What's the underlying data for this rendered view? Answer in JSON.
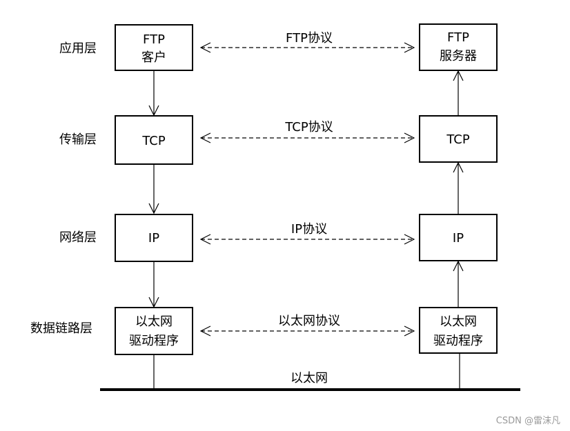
{
  "layers": [
    {
      "name": "应用层",
      "left_box": [
        "FTP",
        "客户"
      ],
      "right_box": [
        "FTP",
        "服务器"
      ],
      "protocol": "FTP协议"
    },
    {
      "name": "传输层",
      "left_box": [
        "TCP"
      ],
      "right_box": [
        "TCP"
      ],
      "protocol": "TCP协议"
    },
    {
      "name": "网络层",
      "left_box": [
        "IP"
      ],
      "right_box": [
        "IP"
      ],
      "protocol": "IP协议"
    },
    {
      "name": "数据链路层",
      "left_box": [
        "以太网",
        "驱动程序"
      ],
      "right_box": [
        "以太网",
        "驱动程序"
      ],
      "protocol": "以太网协议"
    }
  ],
  "bus_label": "以太网",
  "watermark": "CSDN @雷沫凡"
}
